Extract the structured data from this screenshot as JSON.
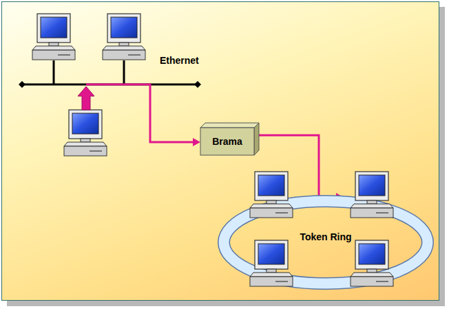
{
  "diagram": {
    "nodes": [
      {
        "text": [
          "Brama"
        ]
      },
      {
        "text": [
          "Token Ring"
        ]
      }
    ],
    "edges": [
      {
        "from": 0,
        "to": 1,
        "arrow": "to"
      }
    ],
    "labels": [
      "Ethernet"
    ]
  }
}
